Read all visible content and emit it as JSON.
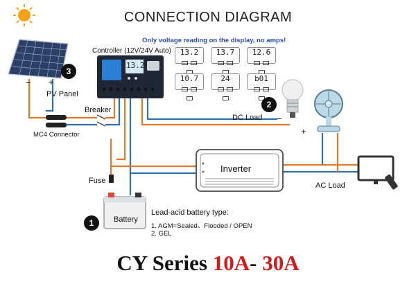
{
  "title": "CONNECTION DIAGRAM",
  "display_note": "Only voltage reading on the display, no amps!",
  "controller_label": "Controller (12V/24V Auto)",
  "controller_screen": "13.2",
  "lcd_readings": [
    "13.2",
    "13.7",
    "12.6",
    "10.7",
    "24",
    "b01"
  ],
  "pv_panel_label": "PV Panel",
  "pv_number": "3",
  "mc4_label": "MC4 Connector",
  "breaker_label": "Breaker",
  "dc_load_label": "DC Load",
  "dc_load_number": "2",
  "plus_sign": "+",
  "minus_sign": "−",
  "inverter_label": "Inverter",
  "fuse_label": "Fuse",
  "battery_label": "Battery",
  "battery_number": "1",
  "battery_type_title": "Lead-acid battery type:",
  "battery_type_1": "1. AGM=Sealed、Flooded / OPEN",
  "battery_type_2": "2. GEL",
  "ac_load_label": "AC Load",
  "series_prefix": "CY Series ",
  "series_range_a": "10A",
  "series_dash": "- ",
  "series_range_b": "30A",
  "colors": {
    "wire_orange": "#e07a2a",
    "wire_blue": "#2f6faa",
    "title_blue": "#2a4db5",
    "accent_red": "#d41a1a",
    "sun": "#f2a31b"
  },
  "icons": [
    "sun-icon",
    "solar-panel-icon",
    "controller-icon",
    "light-bulb-icon",
    "fan-icon",
    "tv-icon",
    "remote-icon",
    "battery-icon",
    "fuse-icon",
    "inverter-icon"
  ]
}
